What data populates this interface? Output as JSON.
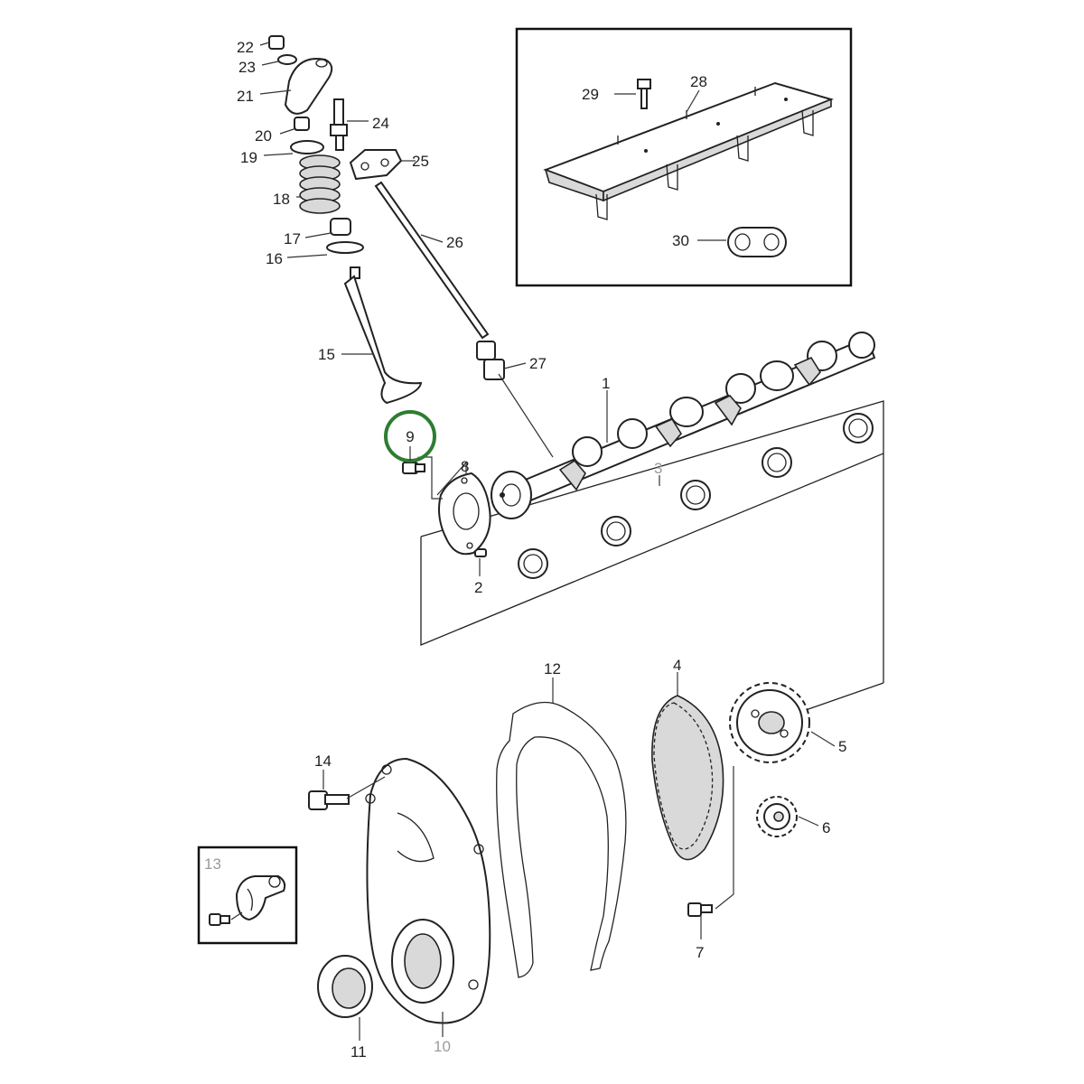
{
  "diagram": {
    "highlighted_callout": "9",
    "highlight_color": "#2e7d32",
    "callouts": {
      "c1": "1",
      "c2": "2",
      "c3": "3",
      "c4": "4",
      "c5": "5",
      "c6": "6",
      "c7": "7",
      "c8": "8",
      "c9": "9",
      "c10": "10",
      "c11": "11",
      "c12": "12",
      "c13": "13",
      "c14": "14",
      "c15": "15",
      "c16": "16",
      "c17": "17",
      "c18": "18",
      "c19": "19",
      "c20": "20",
      "c21": "21",
      "c22": "22",
      "c23": "23",
      "c24": "24",
      "c25": "25",
      "c26": "26",
      "c27": "27",
      "c28": "28",
      "c29": "29",
      "c30": "30"
    }
  }
}
